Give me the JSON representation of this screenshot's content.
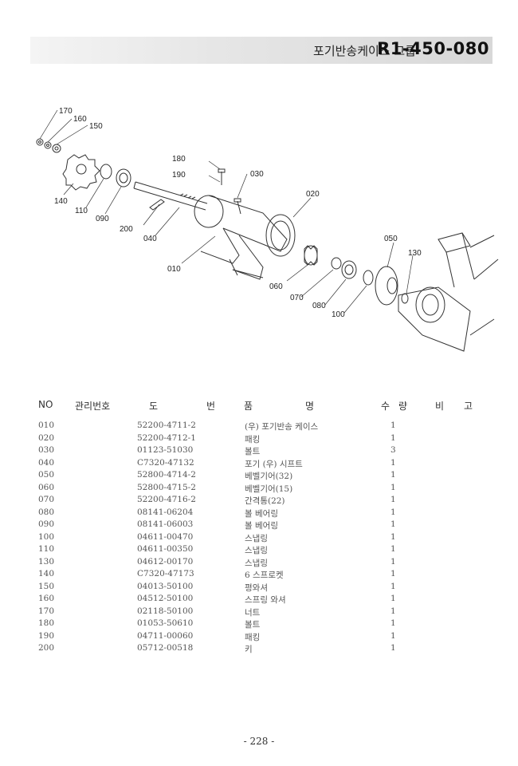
{
  "header": {
    "title": "포기반송케이스 그룹",
    "code": "R1-450-080"
  },
  "diagram": {
    "callouts": [
      "170",
      "160",
      "150",
      "140",
      "110",
      "090",
      "180",
      "190",
      "030",
      "020",
      "200",
      "040",
      "010",
      "050",
      "130",
      "060",
      "070",
      "080",
      "100"
    ]
  },
  "table": {
    "headers": {
      "no": "NO",
      "mgmt": "관리번호",
      "drawing_1": "도",
      "drawing_2": "번",
      "name_1": "품",
      "name_2": "명",
      "qty_1": "수",
      "qty_2": "량",
      "remark_1": "비",
      "remark_2": "고"
    },
    "rows": [
      {
        "no": "010",
        "part": "52200-4711-2",
        "name": "(우) 포기반송 케이스",
        "qty": "1"
      },
      {
        "no": "020",
        "part": "52200-4712-1",
        "name": "패킹",
        "qty": "1"
      },
      {
        "no": "030",
        "part": "01123-51030",
        "name": "볼트",
        "qty": "3"
      },
      {
        "no": "040",
        "part": "C7320-47132",
        "name": "포기 (우) 시프트",
        "qty": "1"
      },
      {
        "no": "050",
        "part": "52800-4714-2",
        "name": "베벨기어(32)",
        "qty": "1"
      },
      {
        "no": "060",
        "part": "52800-4715-2",
        "name": "베벨기어(15)",
        "qty": "1"
      },
      {
        "no": "070",
        "part": "52200-4716-2",
        "name": "간격통(22)",
        "qty": "1"
      },
      {
        "no": "080",
        "part": "08141-06204",
        "name": "볼 베어링",
        "qty": "1"
      },
      {
        "no": "090",
        "part": "08141-06003",
        "name": "볼 베어링",
        "qty": "1"
      },
      {
        "no": "100",
        "part": "04611-00470",
        "name": "스냅링",
        "qty": "1"
      },
      {
        "no": "110",
        "part": "04611-00350",
        "name": "스냅링",
        "qty": "1"
      },
      {
        "no": "130",
        "part": "04612-00170",
        "name": "스냅링",
        "qty": "1"
      },
      {
        "no": "140",
        "part": "C7320-47173",
        "name": "6 스프로켓",
        "qty": "1"
      },
      {
        "no": "150",
        "part": "04013-50100",
        "name": "평와셔",
        "qty": "1"
      },
      {
        "no": "160",
        "part": "04512-50100",
        "name": "스프링 와셔",
        "qty": "1"
      },
      {
        "no": "170",
        "part": "02118-50100",
        "name": "너트",
        "qty": "1"
      },
      {
        "no": "180",
        "part": "01053-50610",
        "name": "볼트",
        "qty": "1"
      },
      {
        "no": "190",
        "part": "04711-00060",
        "name": "패킹",
        "qty": "1"
      },
      {
        "no": "200",
        "part": "05712-00518",
        "name": "키",
        "qty": "1"
      }
    ]
  },
  "footer": {
    "page_number": "- 228 -"
  }
}
